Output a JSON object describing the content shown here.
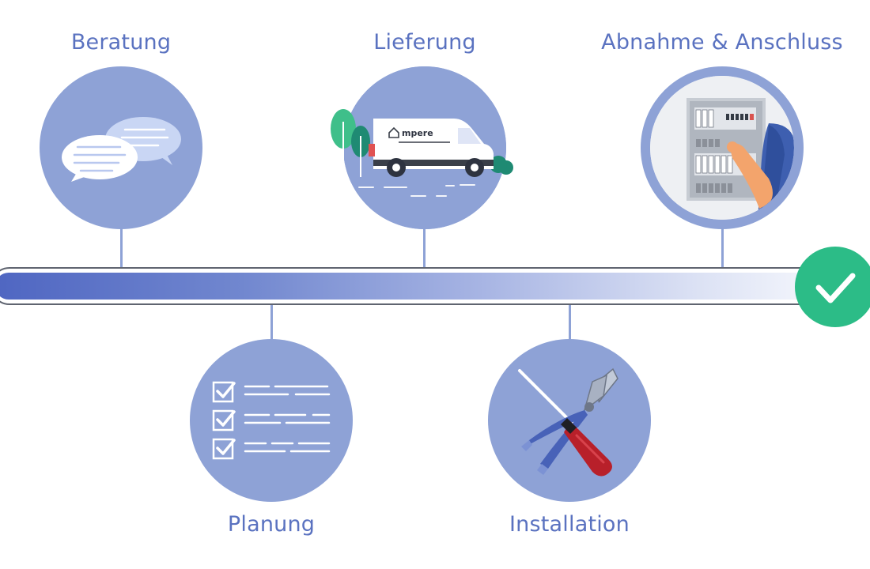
{
  "steps": [
    {
      "label": "Beratung",
      "icon": "chat-bubbles-icon"
    },
    {
      "label": "Planung",
      "icon": "checklist-icon"
    },
    {
      "label": "Lieferung",
      "icon": "delivery-van-icon"
    },
    {
      "label": "Installation",
      "icon": "pliers-screwdriver-icon"
    },
    {
      "label": "Abnahme & Anschluss",
      "icon": "electrical-panel-icon"
    }
  ],
  "van": {
    "brand": "mpere"
  },
  "complete_icon": "checkmark-icon",
  "colors": {
    "accent": "#5a72c0",
    "circle": "#8ea2d6",
    "success": "#2cbc87"
  }
}
